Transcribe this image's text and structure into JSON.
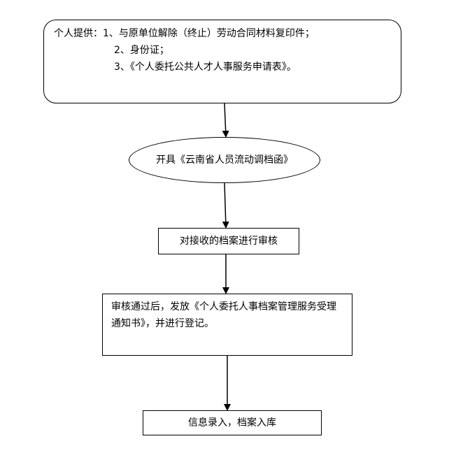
{
  "steps": {
    "step1": {
      "lines": [
        "个人提供：1、与原单位解除（终止）劳动合同材料复印件；",
        "2、身份证；",
        "3、《个人委托公共人才人事服务申请表》。"
      ]
    },
    "step2": {
      "text": "开具《云南省人员流动调档函》"
    },
    "step3": {
      "text": "对接收的档案进行审核"
    },
    "step4": {
      "text": "审核通过后，发放《个人委托人事档案管理服务受理通知书》，并进行登记。"
    },
    "step5": {
      "text": "信息录入，档案入库"
    }
  }
}
